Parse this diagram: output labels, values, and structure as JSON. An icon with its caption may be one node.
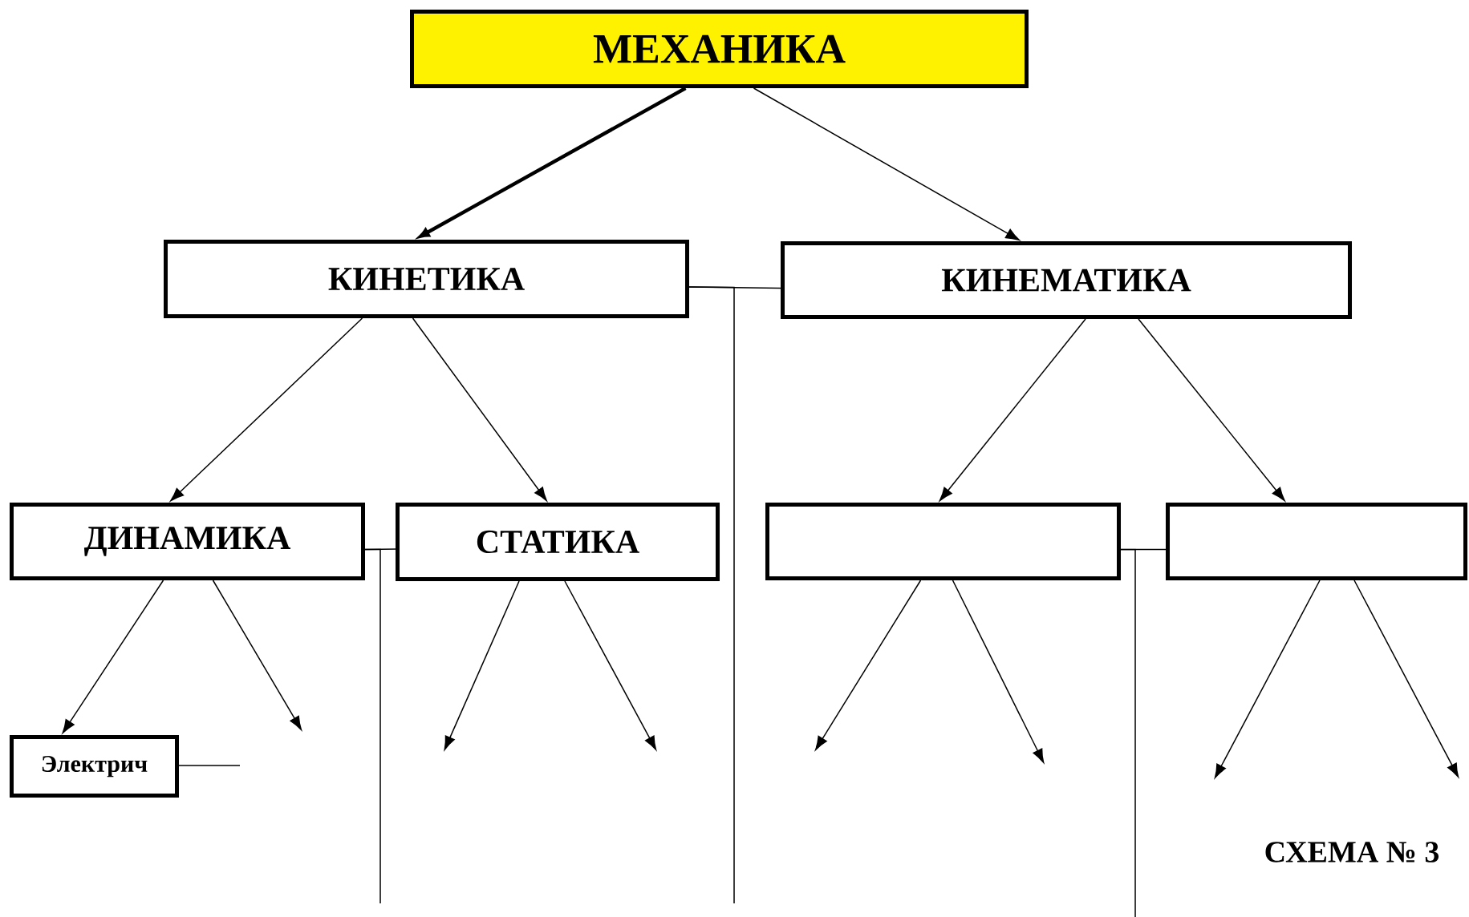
{
  "diagram": {
    "nodes": [
      {
        "text": [
          "МЕХАНИКА"
        ]
      },
      {
        "text": [
          "КИНЕТИКА"
        ]
      },
      {
        "text": [
          "КИНЕМАТИКА"
        ]
      },
      {
        "text": [
          "ДИНАМИКА"
        ]
      },
      {
        "text": [
          "СТАТИКА"
        ]
      },
      {
        "text": [],
        "shape": "box"
      },
      {
        "text": [],
        "shape": "box"
      },
      {
        "text": [
          "Электрич"
        ]
      }
    ],
    "edges": [
      {
        "from": 0,
        "to": 1,
        "arrow": "to",
        "style": "thick"
      },
      {
        "from": 0,
        "to": 2,
        "arrow": "to"
      },
      {
        "from": 1,
        "to": 3,
        "arrow": "to"
      },
      {
        "from": 1,
        "to": 4,
        "arrow": "to"
      },
      {
        "from": 2,
        "to": 5,
        "arrow": "to"
      },
      {
        "from": 2,
        "to": 6,
        "arrow": "to"
      },
      {
        "from": 3,
        "to": 7,
        "arrow": "to"
      },
      {
        "from": 3,
        "to": null,
        "arrow": "to"
      },
      {
        "from": 4,
        "to": null,
        "arrow": "to"
      },
      {
        "from": 4,
        "to": null,
        "arrow": "to"
      },
      {
        "from": 5,
        "to": null,
        "arrow": "to"
      },
      {
        "from": 5,
        "to": null,
        "arrow": "to"
      },
      {
        "from": 6,
        "to": null,
        "arrow": "to"
      },
      {
        "from": 6,
        "to": null,
        "arrow": "to"
      },
      {
        "from": 1,
        "to": 2,
        "arrow": "none"
      },
      {
        "from": 1,
        "to": null,
        "arrow": "none"
      },
      {
        "from": 3,
        "to": 4,
        "arrow": "none"
      },
      {
        "from": 3,
        "to": null,
        "arrow": "none"
      },
      {
        "from": 5,
        "to": 6,
        "arrow": "none"
      },
      {
        "from": 5,
        "to": null,
        "arrow": "none"
      },
      {
        "from": 7,
        "to": null,
        "arrow": "none"
      }
    ],
    "labels": [
      "СХЕМА № 3"
    ]
  }
}
